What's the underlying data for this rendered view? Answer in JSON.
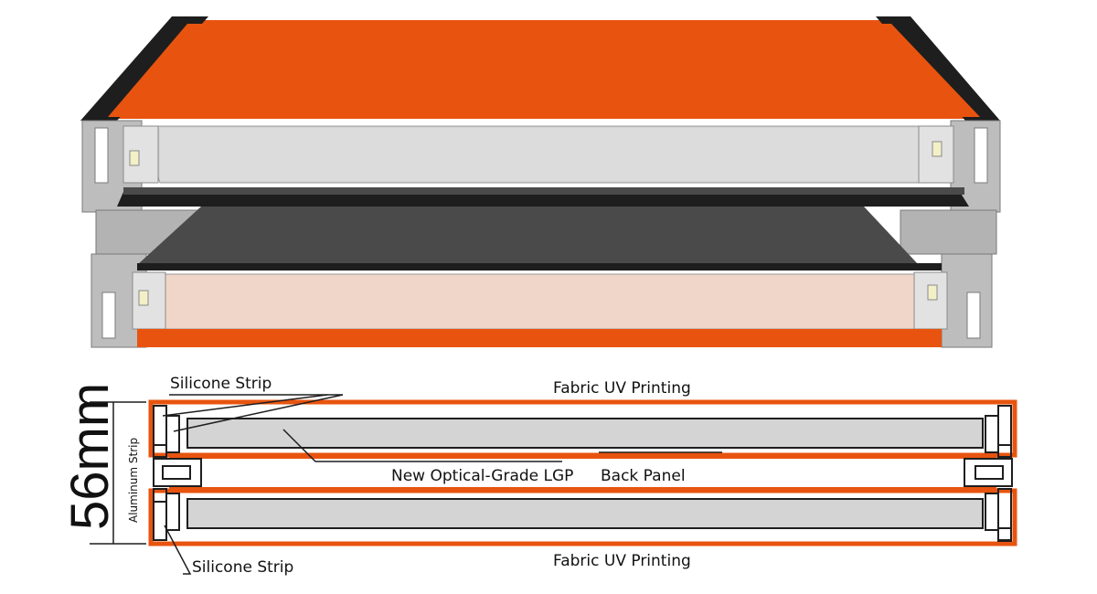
{
  "labels": {
    "silicone_strip_top": "Silicone Strip",
    "fabric_top": "Fabric UV Printing",
    "lgp": "New Optical-Grade LGP",
    "back_panel": "Back Panel",
    "fabric_bottom": "Fabric UV Printing",
    "silicone_strip_bottom": "Silicone Strip",
    "aluminum_strip": "Aluminum Strip",
    "thickness": "56mm"
  },
  "colors": {
    "fabric": "#e8540f",
    "frame": "#bdbdbd",
    "frame_dark": "#8a8a8a",
    "lgp": "#d4d4d4",
    "back_panel": "#4a4a4a",
    "led": "#f3f0c8",
    "lgp_tint": "#f0d6c8",
    "edge": "#1e1e1e"
  }
}
